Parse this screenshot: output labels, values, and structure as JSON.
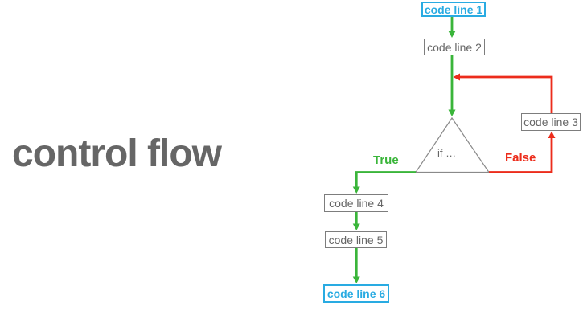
{
  "title": "control flow",
  "colors": {
    "green": "#3ab53a",
    "red": "#ec2c1b",
    "blue": "#29abe2",
    "gray_text": "#666666",
    "gray_border": "#7d7d7d",
    "title_color": "#666666"
  },
  "diagram": {
    "nodes": [
      {
        "label": "code line 1",
        "style": "highlight-blue"
      },
      {
        "label": "code line 2",
        "style": "gray"
      },
      {
        "label": "code line 3",
        "style": "gray"
      },
      {
        "label": "code line 4",
        "style": "gray"
      },
      {
        "label": "code line 5",
        "style": "gray"
      },
      {
        "label": "code line 6",
        "style": "highlight-blue"
      }
    ],
    "condition": {
      "label": "if …"
    },
    "branches": {
      "true_label": "True",
      "false_label": "False"
    }
  }
}
